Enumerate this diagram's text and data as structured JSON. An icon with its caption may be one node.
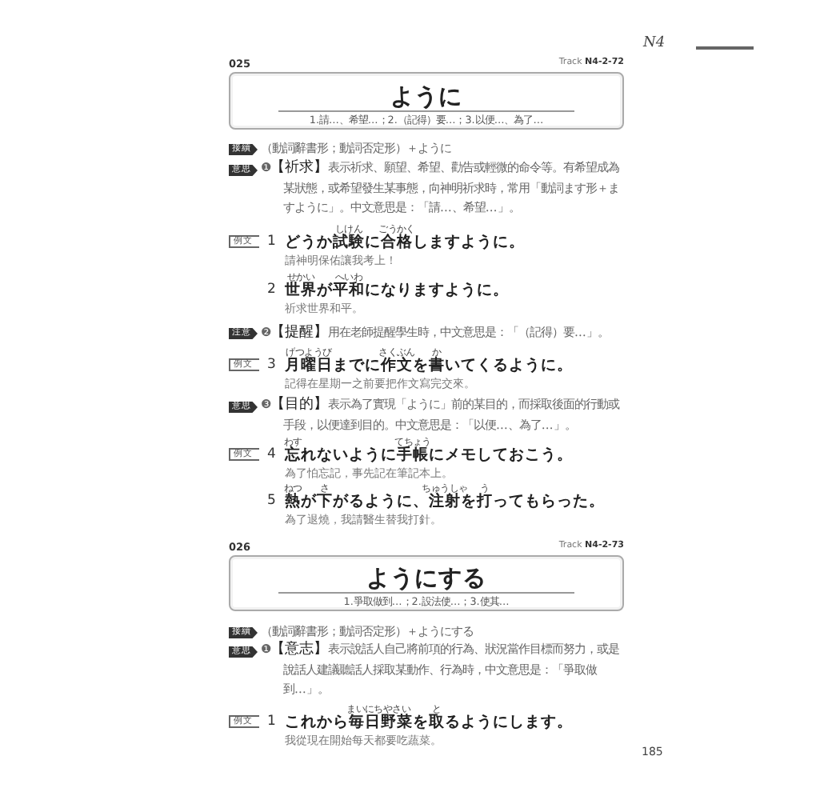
{
  "diagram": {
    "nodes": [
      {
        "text": [
          "ように",
          "1.請…、希望…；2.（記得）要…；3.以便…、為了…"
        ],
        "beside": [
          "025",
          "Track **N4-2-72**"
        ]
      },
      {
        "text": [
          "ようにする",
          "1.爭取做到…；2.設法使…；3.使其…"
        ],
        "beside": [
          "026",
          "Track **N4-2-73**"
        ]
      }
    ],
    "labels": [
      "N4",
      "接續",
      "（動詞辭書形；動詞否定形）＋ように",
      "意思",
      "❶**【祈求】**表示祈求、願望、希望、勸告或輕微的命令等。有希望成為某狀態，或希望發生某事態，向神明祈求時，常用「動詞ます形＋ますように」。中文意思是：「請…、希望…」。",
      "例文",
      "1",
      "しけん",
      "ごうかく",
      "どうか試験に合格しますように。",
      "請神明保佑讓我考上！",
      "2",
      "せかい",
      "へいわ",
      "世界が平和になりますように。",
      "祈求世界和平。",
      "注意",
      "❷**【提醒】**用在老師提醒學生時，中文意思是：「（記得）要…」。",
      "例文",
      "3",
      "げつようび",
      "さくぶん",
      "か",
      "月曜日までに作文を書いてくるように。",
      "記得在星期一之前要把作文寫完交來。",
      "意思",
      "❸**【目的】**表示為了實現「ように」前的某目的，而採取後面的行動或手段，以便達到目的。中文意思是：「以便…、為了…」。",
      "例文",
      "4",
      "わす",
      "てちょう",
      "忘れないように手帳にメモしておこう。",
      "為了怕忘記，事先記在筆記本上。",
      "5",
      "ねつ",
      "さ",
      "ちゅうしゃ",
      "う",
      "熱が下がるように、注射を打ってもらった。",
      "為了退燒，我請醫生替我打針。",
      "接續",
      "（動詞辭書形；動詞否定形）＋ようにする",
      "意思",
      "❶**【意志】**表示說話人自己將前項的行為、狀況當作目標而努力，或是說話人建議聽話人採取某動作、行為時，中文意思是：「爭取做到…」。",
      "例文",
      "1",
      "まいにち",
      "やさい",
      "と",
      "これから毎日野菜を取るようにします。",
      "我從現在開始每天都要吃蔬菜。",
      "185"
    ]
  }
}
